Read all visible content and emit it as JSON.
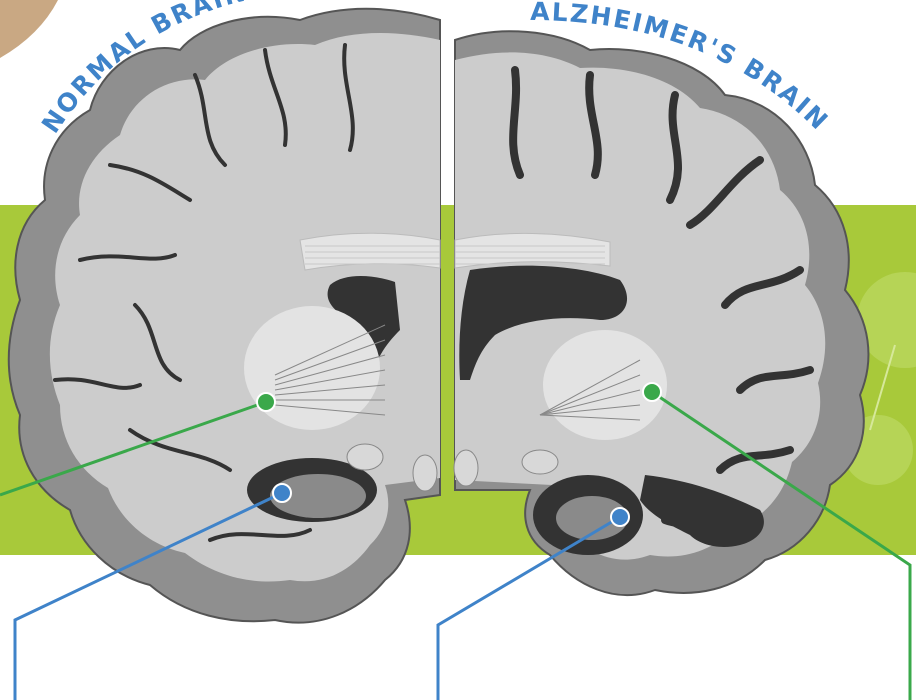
{
  "labels": {
    "normal": "NORMAL BRAIN",
    "alzheimers": "ALZHEIMER'S BRAIN"
  },
  "colors": {
    "title_blue": "#3f83c9",
    "band_green": "#a8c93a",
    "marker_green": "#3aa84a",
    "marker_blue": "#3f83c9",
    "cortex": "#8f8f8f",
    "white_matter": "#cccccc",
    "ventricle": "#333333",
    "deep_nuclei": "#e3e3e3"
  },
  "markers": [
    {
      "id": "normal-basal-ganglia",
      "color": "green"
    },
    {
      "id": "normal-hippocampus",
      "color": "blue"
    },
    {
      "id": "alzheimers-hippocampus",
      "color": "blue"
    },
    {
      "id": "alzheimers-basal-ganglia",
      "color": "green"
    }
  ]
}
